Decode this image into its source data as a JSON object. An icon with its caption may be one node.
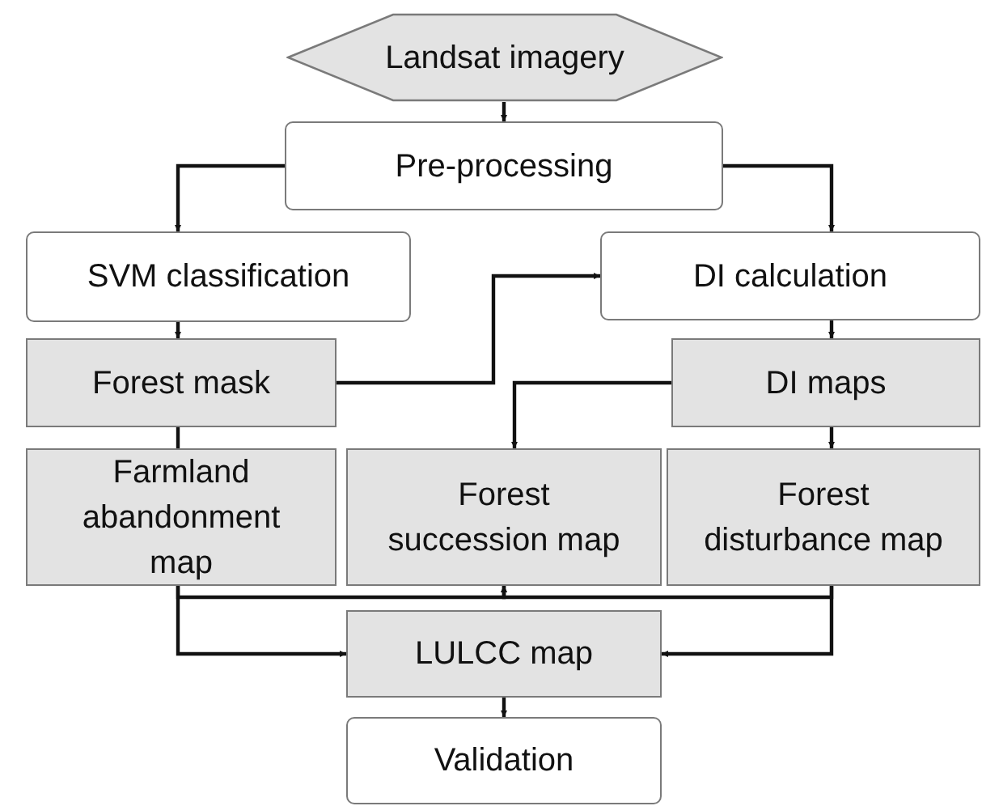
{
  "diagram": {
    "nodes": [
      {
        "text": [
          "Landsat imagery"
        ]
      },
      {
        "text": [
          "Pre-processing"
        ]
      },
      {
        "text": [
          "SVM classification"
        ]
      },
      {
        "text": [
          "DI calculation"
        ]
      },
      {
        "text": [
          "Forest mask"
        ]
      },
      {
        "text": [
          "DI maps"
        ]
      },
      {
        "text": [
          "Farmland abandonment map"
        ]
      },
      {
        "text": [
          "Forest succession map"
        ]
      },
      {
        "text": [
          "Forest disturbance map"
        ]
      },
      {
        "text": [
          "LULCC map"
        ]
      },
      {
        "text": [
          "Validation"
        ]
      }
    ],
    "edges": [
      {
        "from": 0,
        "to": 1,
        "arrow": "to"
      },
      {
        "from": 1,
        "to": 2,
        "arrow": "to"
      },
      {
        "from": 1,
        "to": 3,
        "arrow": "to"
      },
      {
        "from": 2,
        "to": 4,
        "arrow": "to"
      },
      {
        "from": 4,
        "to": 3,
        "arrow": "to"
      },
      {
        "from": 3,
        "to": 5,
        "arrow": "to"
      },
      {
        "from": 4,
        "to": 6,
        "arrow": "none"
      },
      {
        "from": 5,
        "to": 7,
        "arrow": "to"
      },
      {
        "from": 5,
        "to": 8,
        "arrow": "to"
      },
      {
        "from": 6,
        "to": 9,
        "arrow": "to"
      },
      {
        "from": 8,
        "to": 9,
        "arrow": "to"
      },
      {
        "from": 6,
        "to": 7,
        "arrow": "to"
      },
      {
        "from": 8,
        "to": 7,
        "arrow": "to"
      },
      {
        "from": 9,
        "to": 10,
        "arrow": "to"
      }
    ]
  }
}
